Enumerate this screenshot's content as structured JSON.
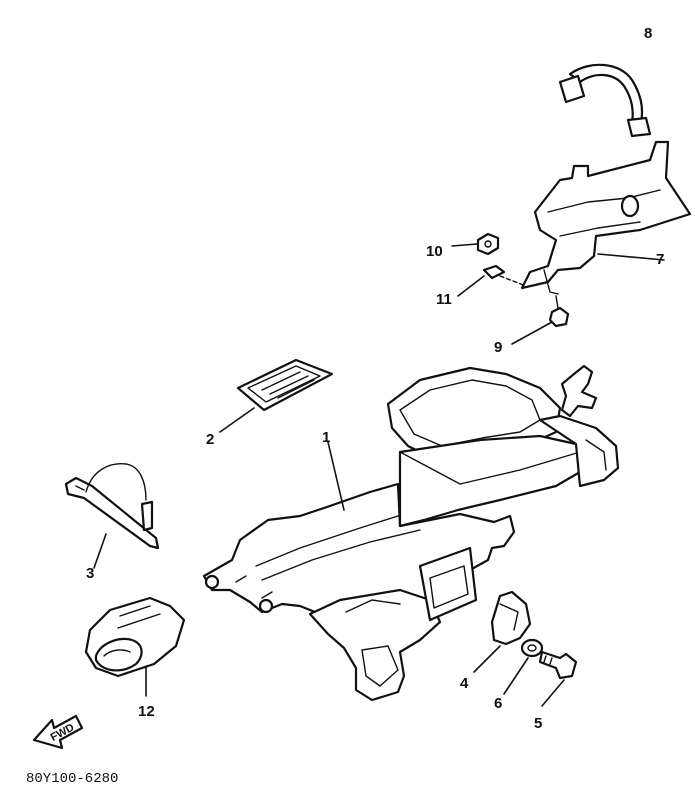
{
  "diagram": {
    "callouts": [
      {
        "id": "1",
        "label": "1"
      },
      {
        "id": "2",
        "label": "2"
      },
      {
        "id": "3",
        "label": "3"
      },
      {
        "id": "4",
        "label": "4"
      },
      {
        "id": "5",
        "label": "5"
      },
      {
        "id": "6",
        "label": "6"
      },
      {
        "id": "7",
        "label": "7"
      },
      {
        "id": "8",
        "label": "8"
      },
      {
        "id": "9",
        "label": "9"
      },
      {
        "id": "10",
        "label": "10"
      },
      {
        "id": "11",
        "label": "11"
      },
      {
        "id": "12",
        "label": "12"
      }
    ],
    "fwd_label": "FWD",
    "drawing_code": "80Y100-6280"
  }
}
